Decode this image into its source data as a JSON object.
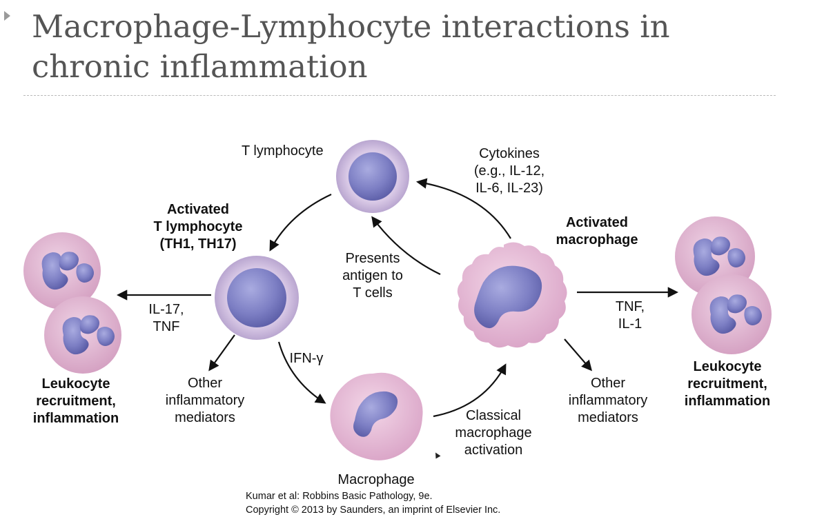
{
  "slide": {
    "title": "Macrophage-Lymphocyte interactions in chronic inflammation"
  },
  "diagram": {
    "labels": {
      "t_lymphocyte": "T lymphocyte",
      "cytokines": "Cytokines\n(e.g., IL-12,\nIL-6,  IL-23)",
      "activated_t_lymphocyte": "Activated\nT lymphocyte",
      "activated_t_subtypes": "(TH1, TH17)",
      "activated_macrophage": "Activated\nmacrophage",
      "presents_antigen": "Presents\nantigen to\nT cells",
      "il17_tnf": "IL-17,\nTNF",
      "tnf_il1": "TNF,\nIL-1",
      "ifn_gamma": "IFN-γ",
      "other_mediators_left": "Other\ninflammatory\nmediators",
      "other_mediators_right": "Other\ninflammatory\nmediators",
      "classical_activation": "Classical\nmacrophage\nactivation",
      "macrophage": "Macrophage",
      "leukocyte_left": "Leukocyte\nrecruitment,\ninflammation",
      "leukocyte_right": "Leukocyte\nrecruitment,\ninflammation"
    },
    "colors": {
      "nucleus": "#7d7fc4",
      "macrophage_cytoplasm": "#e8bfd8",
      "lymphocyte_rim": "#c9b6dc",
      "neutrophil": "#dcb0cf",
      "arrow": "#111111"
    }
  },
  "credit": {
    "text": "Kumar et al: Robbins Basic Pathology, 9e.\nCopyright © 2013  by Saunders, an imprint of Elsevier Inc."
  }
}
